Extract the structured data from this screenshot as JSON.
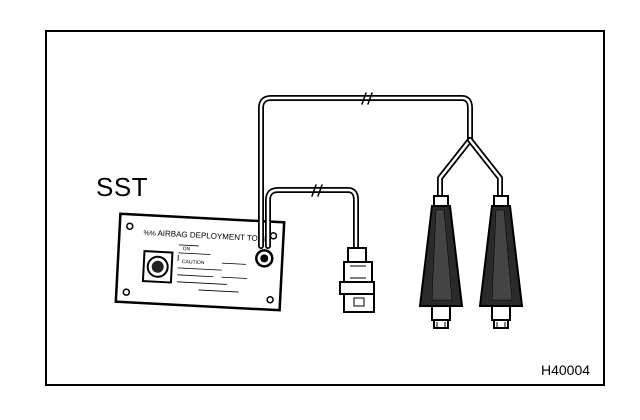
{
  "figure": {
    "label": "SST",
    "code": "H40004"
  },
  "tool_panel": {
    "title": "AIRBAG DEPLOYMENT TOOL",
    "corner_mark": "%%",
    "small_labels": [
      "ON",
      "CAUTION"
    ]
  },
  "icons": [
    "connector-plug-icon",
    "alligator-clip-icon",
    "knob-icon"
  ]
}
